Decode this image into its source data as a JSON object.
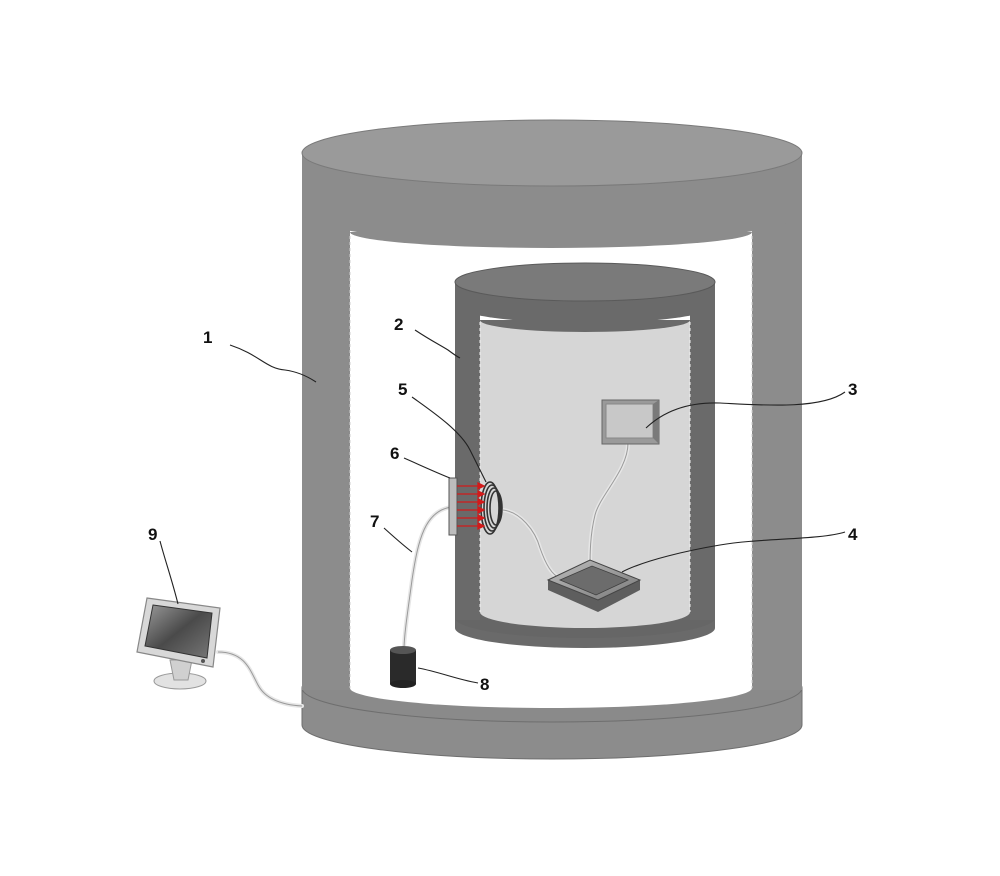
{
  "labels": [
    {
      "id": "1",
      "text": "1"
    },
    {
      "id": "2",
      "text": "2"
    },
    {
      "id": "3",
      "text": "3"
    },
    {
      "id": "4",
      "text": "4"
    },
    {
      "id": "5",
      "text": "5"
    },
    {
      "id": "6",
      "text": "6"
    },
    {
      "id": "7",
      "text": "7"
    },
    {
      "id": "8",
      "text": "8"
    },
    {
      "id": "9",
      "text": "9"
    }
  ],
  "colors": {
    "outer_vessel": "#8c8c8c",
    "outer_vessel_top": "#9a9a9a",
    "inner_vessel": "#6a6a6a",
    "inner_vessel_top": "#7a7a7a",
    "cavity": "#d6d6d6",
    "heat_arrows": "#d21a1a"
  },
  "icons": [
    "monitor-icon"
  ]
}
